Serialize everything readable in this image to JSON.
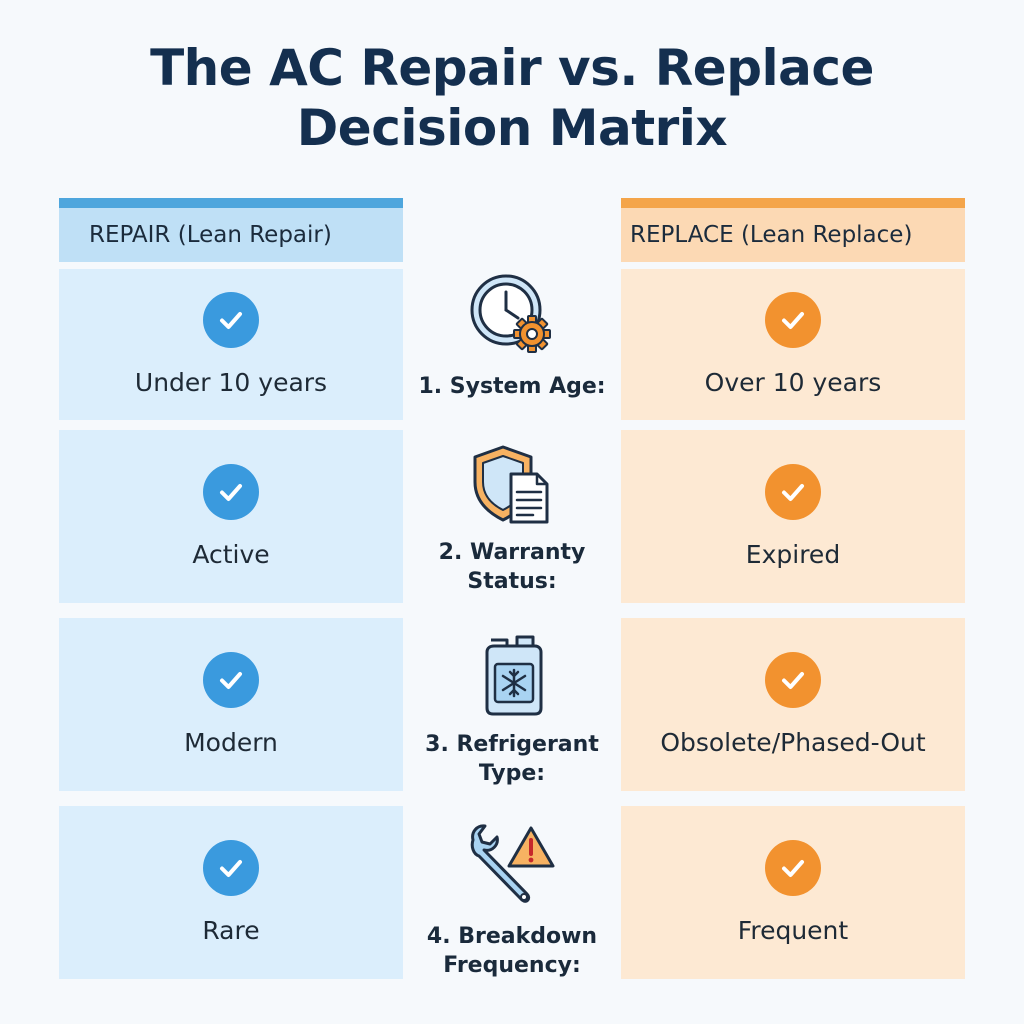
{
  "title": {
    "line1": "The AC Repair vs. Replace",
    "line2": "Decision Matrix"
  },
  "columns": {
    "repair_header": "REPAIR (Lean Repair)",
    "replace_header": "REPLACE (Lean Replace)"
  },
  "colors": {
    "repair_accent": "#3a9ade",
    "replace_accent": "#f2922f",
    "title": "#142f4f"
  },
  "rows": [
    {
      "icon": "clock-gear-icon",
      "criterion": "1. System Age:",
      "repair": "Under 10 years",
      "replace": "Over 10 years"
    },
    {
      "icon": "shield-document-icon",
      "criterion_line1": "2. Warranty",
      "criterion_line2": "Status:",
      "repair": "Active",
      "replace": "Expired"
    },
    {
      "icon": "refrigerant-jug-snowflake-icon",
      "criterion_line1": "3. Refrigerant",
      "criterion_line2": "Type:",
      "repair": "Modern",
      "replace": "Obsolete/Phased-Out"
    },
    {
      "icon": "wrench-warning-icon",
      "criterion_line1": "4. Breakdown",
      "criterion_line2": "Frequency:",
      "repair": "Rare",
      "replace": "Frequent"
    }
  ]
}
